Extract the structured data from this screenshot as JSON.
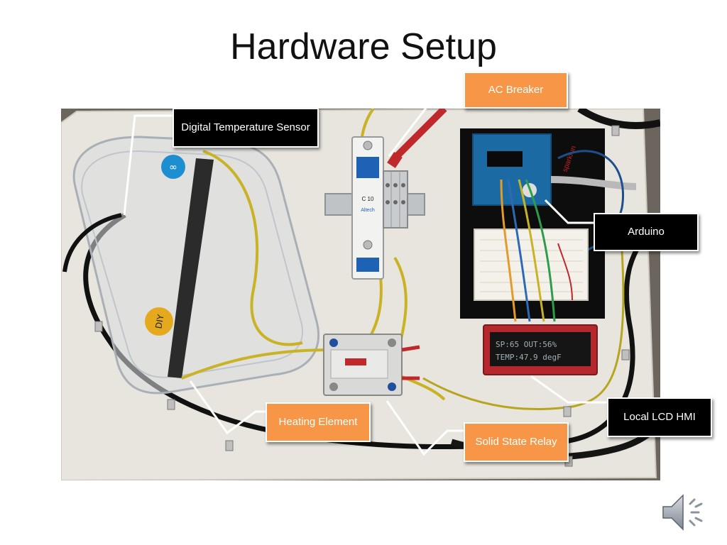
{
  "slide": {
    "title": "Hardware Setup"
  },
  "labels": {
    "temp_sensor": "Digital Temperature Sensor",
    "ac_breaker": "AC Breaker",
    "arduino": "Arduino",
    "lcd": "Local LCD HMI",
    "heating": "Heating Element",
    "ssr": "Solid State Relay"
  },
  "lcd_screen": {
    "line1": "SP:65  OUT:56%",
    "line2": "TEMP:47.9 degF"
  },
  "photo_text": {
    "breaker_brand": "Altech",
    "breaker_rating": "C 10",
    "sticker_diy": "DIY",
    "sparkfun": "sparkfun"
  },
  "colors": {
    "callout_orange": "#f79646",
    "callout_black": "#000000",
    "board": "#e9e6df",
    "photo_background": "#5a5550"
  },
  "icons": {
    "audio": "speaker-icon"
  }
}
